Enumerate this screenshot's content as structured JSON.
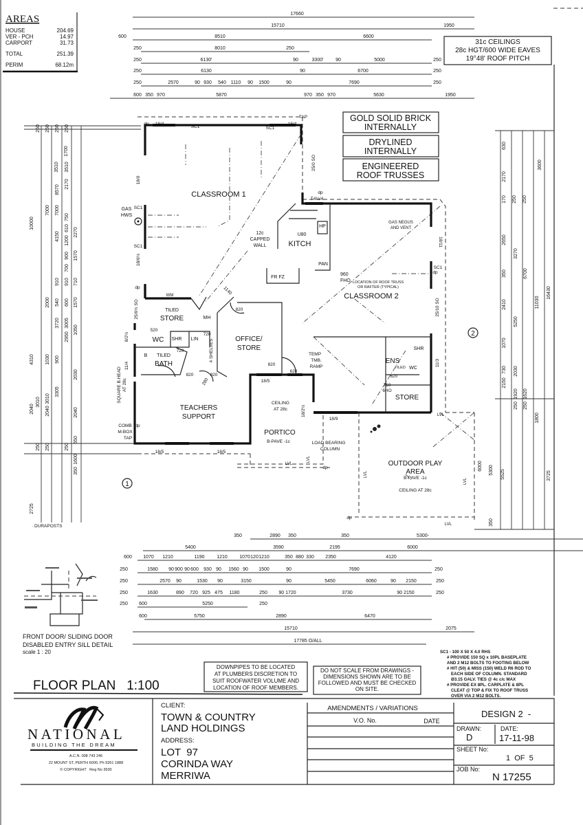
{
  "areas": {
    "title": "AREAS",
    "rows": [
      {
        "label": "HOUSE",
        "value": "204.69"
      },
      {
        "label": "VER - PCH",
        "value": "14.97"
      },
      {
        "label": "CARPORT",
        "value": "31.73"
      },
      {
        "label": "TOTAL",
        "value": "251.39"
      },
      {
        "label": "PERIM",
        "value": "68.12m"
      }
    ]
  },
  "roof_note": [
    "31c CEILINGS",
    "28c HGT/600 WIDE EAVES",
    "19°48' ROOF PITCH"
  ],
  "material_notes": [
    [
      "GOLD SOLID BRICK",
      "INTERNALLY"
    ],
    [
      "DRYLINED",
      "INTERNALLY"
    ],
    [
      "ENGINEERED",
      "ROOF TRUSSES"
    ]
  ],
  "top_dimensions": [
    [
      "17660"
    ],
    [
      "15710",
      "1950"
    ],
    [
      "600",
      "8510",
      "6600"
    ],
    [
      "250",
      "8010",
      "250"
    ],
    [
      "250",
      "6130'",
      "90",
      "3300'",
      "90",
      "5000",
      "250"
    ],
    [
      "250",
      "6130",
      "90",
      "6700",
      "250"
    ],
    [
      "250",
      "2570",
      "90",
      "930",
      "540",
      "1110",
      "90",
      "1500",
      "90",
      "7690",
      "250"
    ],
    [
      "600",
      "350",
      "970",
      "5870",
      "970",
      "350",
      "970",
      "5630",
      "1950"
    ]
  ],
  "bottom_dimensions": [
    [
      "350",
      "2890",
      "350",
      "350",
      "5300-"
    ],
    [
      "5400",
      "3590",
      "2195",
      "6000"
    ],
    [
      "600",
      "1070",
      "1210",
      "1190",
      "1210",
      "1070",
      "120",
      "1210",
      "350",
      "880",
      "330",
      "2350",
      "4120"
    ],
    [
      "250",
      "1580",
      "90",
      "900",
      "90",
      "600",
      "930",
      "90",
      "1560",
      "90",
      "1500",
      "90",
      "7690",
      "250"
    ],
    [
      "250",
      "2570",
      "90",
      "1530",
      "90",
      "3150",
      "90",
      "5450",
      "6060",
      "90",
      "2150",
      "250"
    ],
    [
      "250",
      "1630",
      "890",
      "720",
      "925",
      "475",
      "1180",
      "250",
      "90 1720",
      "3730",
      "90 2150",
      "250"
    ],
    [
      "250",
      "600",
      "5250",
      "250"
    ],
    [
      "600",
      "5750",
      "2890",
      "6470"
    ],
    [
      "15710",
      "2075"
    ],
    [
      "17785 O/ALL"
    ]
  ],
  "left_dimensions": [
    "250",
    "250",
    "250",
    "250",
    "1700",
    "3510",
    "3510",
    "2170",
    "10000",
    "7000",
    "7000",
    "8570",
    "750",
    "610",
    "2270",
    "4150",
    "1200",
    "900",
    "1570",
    "700",
    "910",
    "910",
    "710",
    "2000",
    "540",
    "600",
    "1570",
    "3720",
    "3005",
    "2950",
    "1050",
    "4310",
    "1030",
    "900",
    "2030",
    "3010",
    "3010",
    "3305",
    "2040",
    "2040",
    "2040",
    "250",
    "250",
    "250",
    "650",
    "1600",
    "350",
    "2725"
  ],
  "right_dimensions": [
    "630",
    "2170",
    "3600",
    "170",
    "250",
    "250",
    "2650",
    "3270",
    "350",
    "6700",
    "2410",
    "11030",
    "16430",
    "5250",
    "1070",
    "730",
    "2030",
    "2150",
    "1920",
    "1620",
    "250",
    "250",
    "1800",
    "6000",
    "5300",
    "5525",
    "3725",
    "350"
  ],
  "plan": {
    "classroom1": "CLASSROOM 1",
    "classroom2": "CLASSROOM 2",
    "kitch": "KITCH",
    "capped_wall": [
      "12c",
      "CAPPED",
      "WALL"
    ],
    "u80": "U80",
    "hp": "HP",
    "pan": "PAN",
    "fr_fz": "FR  FZ",
    "fho960": [
      "960",
      "FHO"
    ],
    "gas_hws": [
      "GAS",
      "HWS"
    ],
    "gas_negus": [
      "GAS NEGUS",
      "AND VENT"
    ],
    "truss_note": [
      "LOCATION OF ROOF TRUSS",
      "OR RAFTER (TYPICAL)"
    ],
    "tiled_store": [
      "TILED",
      "STORE"
    ],
    "wm": "WM",
    "mh": "MH",
    "wc": "WC",
    "shr": "SHR",
    "lin": "LIN",
    "b": "B",
    "tiled_bath": [
      "TILED",
      "BATH"
    ],
    "shelves": "4 SHELVES",
    "office": [
      "OFFICE/",
      "STORE"
    ],
    "teachers": [
      "TEACHERS",
      "SUPPORT"
    ],
    "comb": [
      "COMB",
      "M-BOX",
      "TAP"
    ],
    "square_head": [
      "SQUARE B.HEAD",
      "AT 28c"
    ],
    "temp_ramp": [
      "TEMP",
      "TMB.",
      "RAMP"
    ],
    "ceiling_portico": [
      "CEILING",
      "AT 28c"
    ],
    "portico": "PORTICO",
    "bpave": "B-PAVE -1c",
    "load_bearing": [
      "LOAD BEARING",
      "COLUMN"
    ],
    "ens": "ENS",
    "tiled": "TILED",
    "store": "STORE",
    "fho750": [
      "750",
      "6HO"
    ],
    "outdoor": [
      "OUTDOOR PLAY",
      "AREA"
    ],
    "ceiling_outdoor": "CEILING AT 28c",
    "lvl": "LVL",
    "dp": "dp",
    "sc1": "SC1",
    "tap": "TAP",
    "openings": [
      "18/4",
      "18/4",
      "25/0 SO",
      "T4½/4",
      "18/0",
      "18/6½",
      "18/11",
      "25/10 SO",
      "25/6½ SO",
      "8/2½",
      "11/4",
      "18/5",
      "18/5",
      "18/5",
      "18/2½",
      "18/9",
      "11/3"
    ],
    "doors": [
      "820",
      "520",
      "720",
      "720",
      "820",
      "820",
      "820",
      "620",
      "620",
      "1140",
      "280"
    ],
    "section_markers": [
      "1",
      "2"
    ],
    "duraposts": "· DURAPOSTS"
  },
  "sill_detail": [
    "FRONT DOOR/ SLIDING DOOR",
    "DISABLED ENTRY SILL DETAIL",
    "scale 1 : 20"
  ],
  "drawing_title": "FLOOR PLAN   1:100",
  "downpipes_note": [
    "DOWNPIPES TO BE LOCATED",
    "AT PLUMBERS DISCRETION TO",
    "SUIT ROOFWATER VOLUME AND",
    "LOCATION OF ROOF MEMBERS."
  ],
  "scale_note": [
    "DO NOT SCALE FROM DRAWINGS -",
    "DIMENSIONS SHOWN ARE TO BE",
    "FOLLOWED AND MUST BE CHECKED",
    "ON SITE."
  ],
  "sc1_note": [
    "SC1 - 100 X 50 X 4.0 RHS",
    "# PROVIDE 150 SQ x 10PL BASEPLATE",
    "AND 2 M12 BOLTS TO FOOTING BELOW",
    "# HIT (50) & MISS (150) WELD R6 ROD TO",
    "EACH SIDE OF COLUMN. STANDARD",
    "Ø3.15 GALV. TIES @ 4c c/c MAX",
    "# PROVIDE EX 8PL. CARPLATE & 8PL",
    "CLEAT @ TOP & FIX TO ROOF TRUSS",
    "OVER VIA 2 M12 BOLTS."
  ],
  "company": {
    "name": "NATIONAL",
    "tagline": "BUILDING THE DREAM",
    "acn": "A.C.N. 008 743 246",
    "address": "22 MOUNT ST, PERTH 6000, Ph 9261 1888",
    "copyright": "© COPYRIGHT   Reg No 3930"
  },
  "client": {
    "client_label": "CLIENT:",
    "client_lines": [
      "TOWN & COUNTRY",
      "LAND HOLDINGS"
    ],
    "address_label": "ADDRESS:",
    "address_lines": [
      "LOT  97",
      "CORINDA WAY",
      "MERRIWA"
    ]
  },
  "amendments": {
    "title": "AMENDMENTS / VARIATIONS",
    "col_vo": "V.O. No.",
    "col_date": "DATE"
  },
  "title_block": {
    "design": "DESIGN 2  -",
    "drawn_label": "DRAWN:",
    "drawn_value": "D",
    "date_label": "DATE:",
    "date_value": "17-11-98",
    "sheet_label": "SHEET No:",
    "sheet_value": "1  OF  5",
    "job_label": "JOB No:",
    "job_value": "N 17255"
  }
}
